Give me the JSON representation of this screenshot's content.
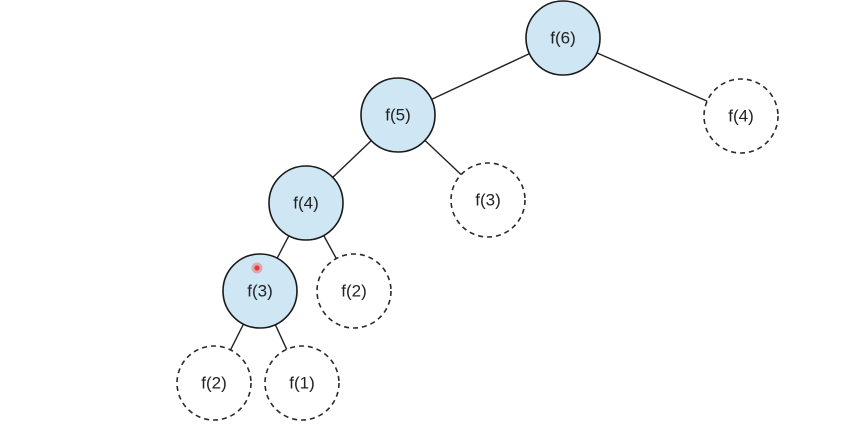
{
  "colors": {
    "solid_fill": "#cfe6f4",
    "cursor": "#e53935"
  },
  "nodes": [
    {
      "label": "f(6)",
      "style": "solid"
    },
    {
      "label": "f(5)",
      "style": "solid"
    },
    {
      "label": "f(4)",
      "style": "dashed"
    },
    {
      "label": "f(4)",
      "style": "solid"
    },
    {
      "label": "f(3)",
      "style": "dashed"
    },
    {
      "label": "f(3)",
      "style": "solid"
    },
    {
      "label": "f(2)",
      "style": "dashed"
    },
    {
      "label": "f(2)",
      "style": "dashed"
    },
    {
      "label": "f(1)",
      "style": "dashed"
    }
  ],
  "edges": [
    [
      0,
      1
    ],
    [
      0,
      2
    ],
    [
      1,
      3
    ],
    [
      1,
      4
    ],
    [
      3,
      5
    ],
    [
      3,
      6
    ],
    [
      5,
      7
    ],
    [
      5,
      8
    ]
  ]
}
